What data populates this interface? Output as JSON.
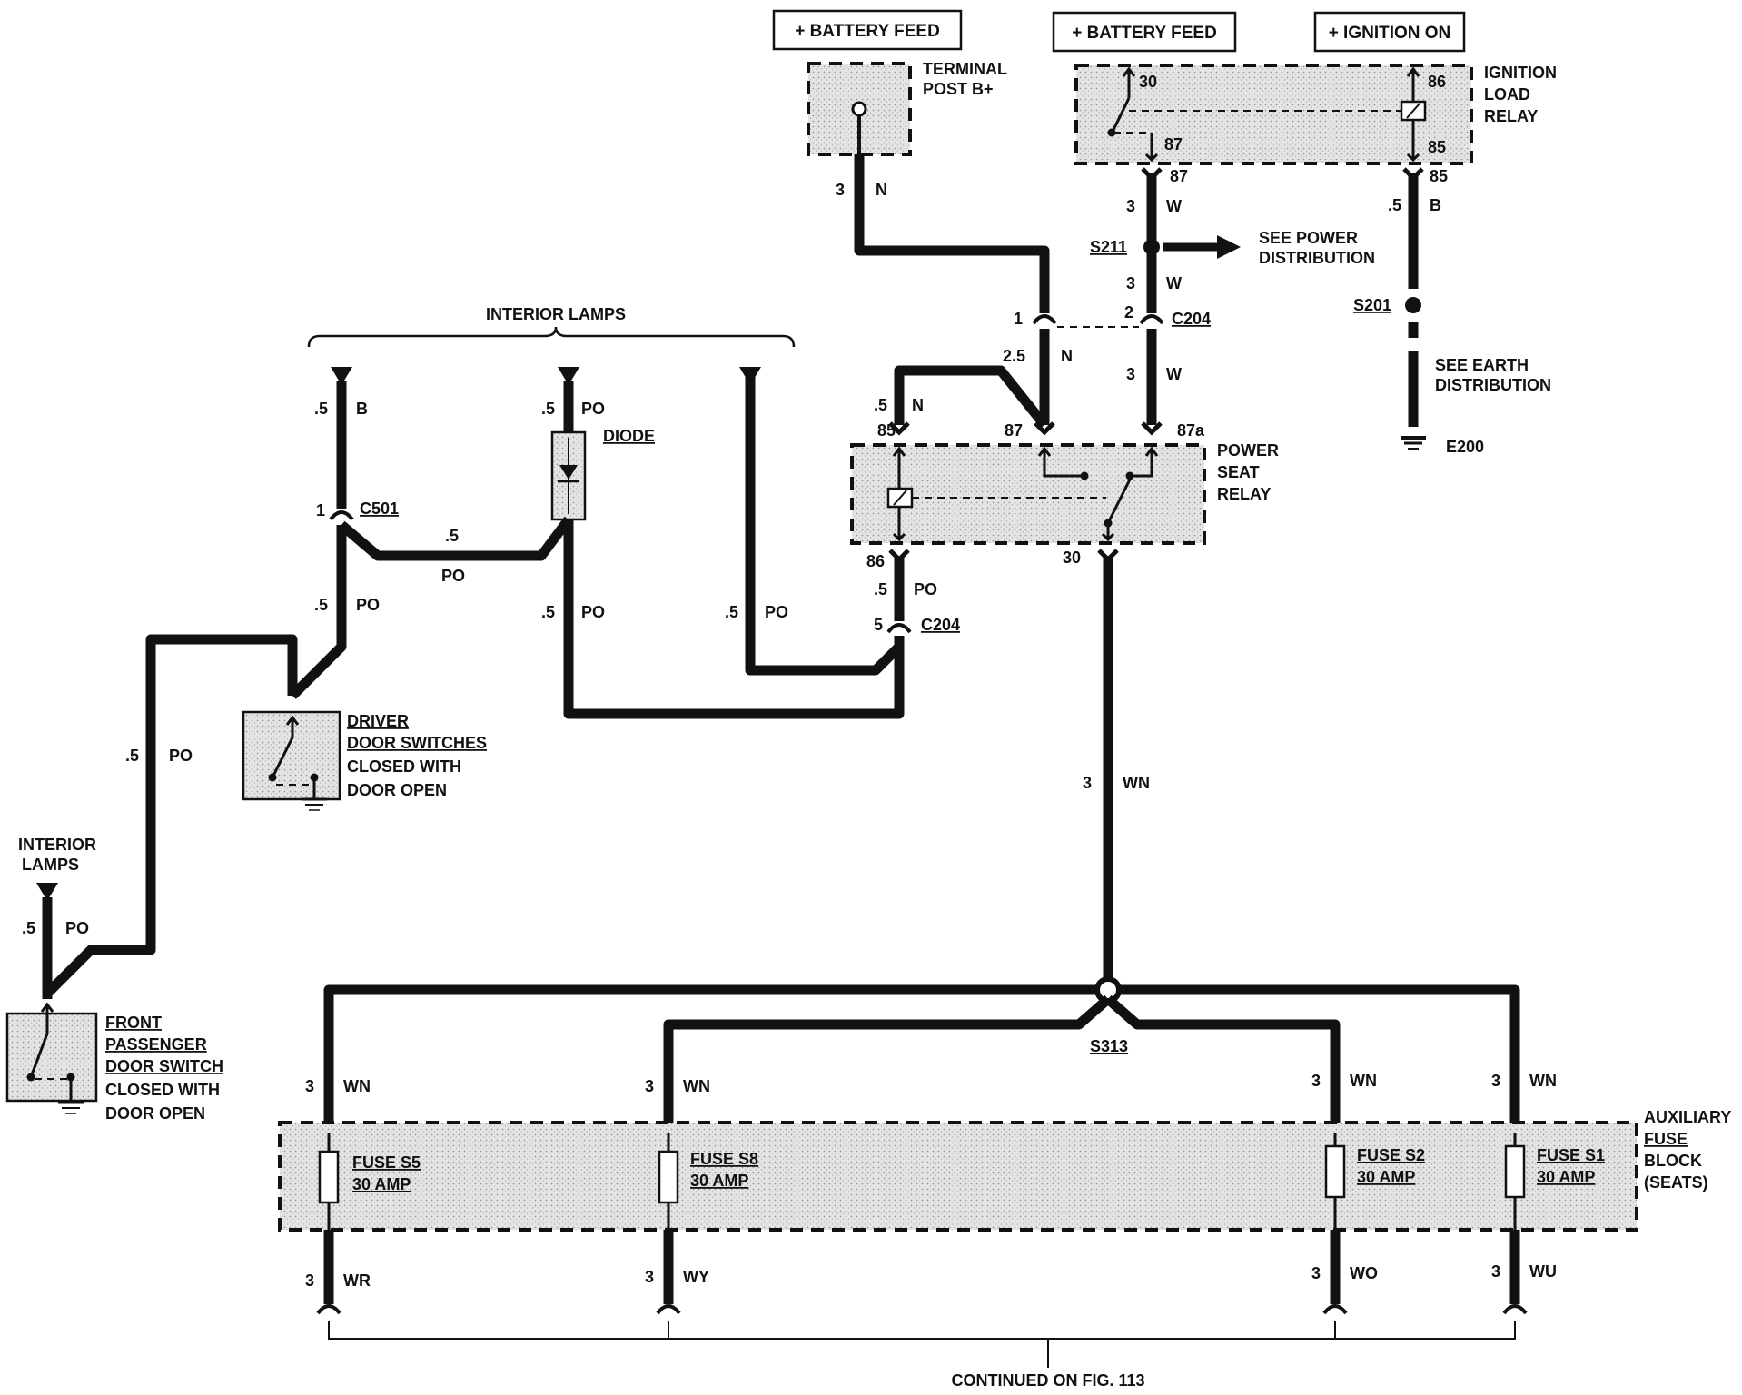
{
  "feeds": {
    "battery_feed_1": "+ BATTERY FEED",
    "battery_feed_2": "+ BATTERY FEED",
    "ignition_on": "+ IGNITION ON"
  },
  "components": {
    "terminal_post": [
      "TERMINAL",
      "POST B+"
    ],
    "ignition_load_relay": [
      "IGNITION",
      "LOAD",
      "RELAY"
    ],
    "power_seat_relay": [
      "POWER",
      "SEAT",
      "RELAY"
    ],
    "diode": "DIODE",
    "driver_door_switches": [
      "DRIVER",
      "DOOR SWITCHES",
      "CLOSED WITH",
      "DOOR OPEN"
    ],
    "front_passenger_door_switch": [
      "FRONT",
      "PASSENGER",
      "DOOR SWITCH",
      "CLOSED WITH",
      "DOOR OPEN"
    ],
    "auxiliary_fuse_block": [
      "AUXILIARY",
      "FUSE",
      "BLOCK",
      "(SEATS)"
    ],
    "interior_lamps_top": "INTERIOR LAMPS",
    "interior_lamps_left": [
      "INTERIOR",
      "LAMPS"
    ]
  },
  "fuses": [
    {
      "name": "FUSE S5",
      "rating": "30 AMP",
      "in_size": "3",
      "in_color": "WN",
      "out_size": "3",
      "out_color": "WR"
    },
    {
      "name": "FUSE S8",
      "rating": "30 AMP",
      "in_size": "3",
      "in_color": "WN",
      "out_size": "3",
      "out_color": "WY"
    },
    {
      "name": "FUSE S2",
      "rating": "30 AMP",
      "in_size": "3",
      "in_color": "WN",
      "out_size": "3",
      "out_color": "WO"
    },
    {
      "name": "FUSE S1",
      "rating": "30 AMP",
      "in_size": "3",
      "in_color": "WN",
      "out_size": "3",
      "out_color": "WU"
    }
  ],
  "splices": {
    "s211": "S211",
    "s201": "S201",
    "s313": "S313",
    "see_power": [
      "SEE POWER",
      "DISTRIBUTION"
    ],
    "see_earth": [
      "SEE EARTH",
      "DISTRIBUTION"
    ],
    "e200": "E200"
  },
  "connectors": {
    "c204": "C204",
    "c501": "C501"
  },
  "pins": {
    "ilr_30": "30",
    "ilr_86": "86",
    "ilr_87": "87",
    "ilr_85": "85",
    "ilr_87_out": "87",
    "ilr_85_out": "85",
    "psr_85": "85",
    "psr_87": "87",
    "psr_87a": "87a",
    "psr_86": "86",
    "psr_30": "30",
    "c204_1": "1",
    "c204_2": "2",
    "c204_5": "5",
    "c501_1": "1"
  },
  "wires": {
    "terminal_size": "3",
    "terminal_color": "N",
    "ilr87_size": "3",
    "ilr87_color": "W",
    "ilr85_size": ".5",
    "ilr85_color": "B",
    "s211_down_size": "3",
    "s211_down_color": "W",
    "c204_2_down_size": "3",
    "c204_2_down_color": "W",
    "c204_1_down_size": "2.5",
    "c204_1_down_color": "N",
    "psr85_size": ".5",
    "psr85_color": "N",
    "psr86_size": ".5",
    "psr86_color": "PO",
    "psr30_size": "3",
    "psr30_color": "WN",
    "lamp_b_size": ".5",
    "lamp_b_color": "B",
    "lamp_po_size": ".5",
    "lamp_po_color": "PO",
    "c501_jump_size": ".5",
    "c501_jump_color": "PO",
    "c501_down_size": ".5",
    "c501_down_color": "PO",
    "diode_down_size": ".5",
    "diode_down_color": "PO",
    "lamp3_size": ".5",
    "lamp3_color": "PO",
    "left_vert_size": ".5",
    "left_vert_color": "PO",
    "left_lamp_size": ".5",
    "left_lamp_color": "PO"
  },
  "footer": "CONTINUED ON FIG. 113"
}
